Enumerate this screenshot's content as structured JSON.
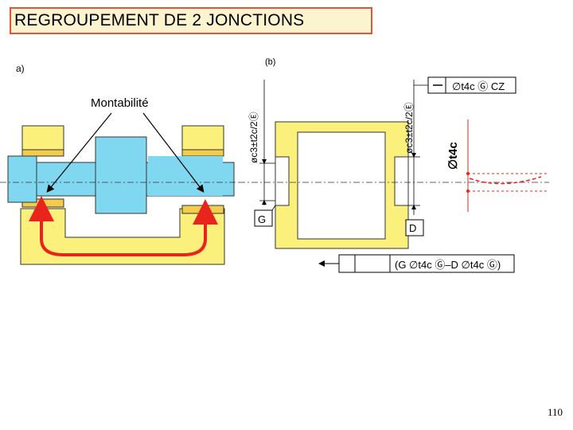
{
  "slide": {
    "title": "REGROUPEMENT DE 2 JONCTIONS",
    "page_number": "110"
  },
  "part_a": {
    "label": "a)",
    "callout": "Montabilité"
  },
  "part_b": {
    "label": "(b)",
    "datum_left": "G",
    "datum_right": "D",
    "dim_left": "øc3±t2c/2Ⓔ",
    "dim_right": "øc3±t2c/2Ⓔ",
    "frame_top": "∅t4c Ⓖ CZ",
    "frame_bottom": "(G ∅t4c Ⓖ–D ∅t4c Ⓖ)",
    "tolerance_zone": "∅t4c"
  },
  "colors": {
    "title_fill": "#fcf3cf",
    "title_border": "#e2543a",
    "housing": "#fbf07c",
    "bearing": "#f2cc4a",
    "shaft": "#7fd8f0",
    "arrow_red": "#e8241c",
    "outline": "#333333"
  }
}
